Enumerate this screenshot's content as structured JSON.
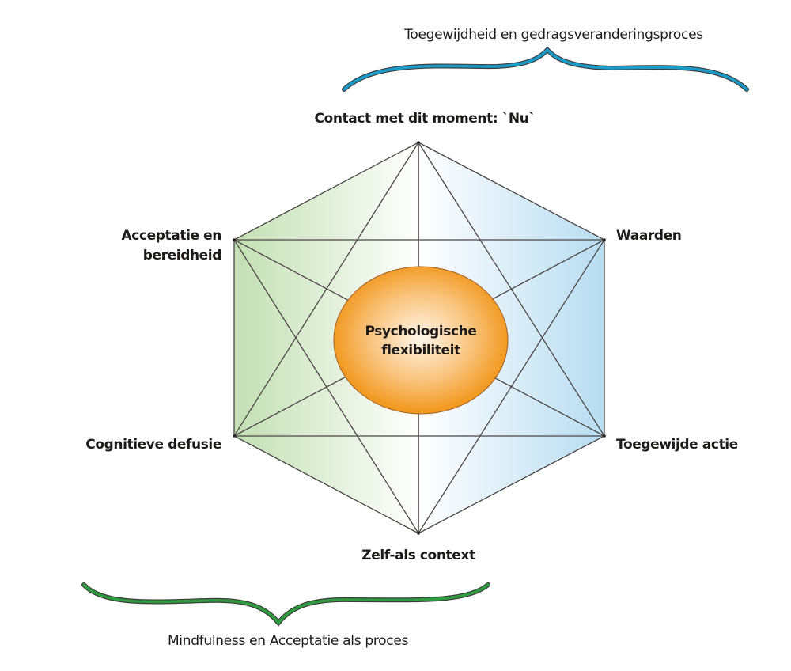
{
  "diagram": {
    "title": "Psychologische flexibiliteit",
    "center": {
      "line1": "Psychologische",
      "line2": "flexibiliteit",
      "color_outer": "#f0900c",
      "color_inner": "#fff6ea"
    },
    "nodes": [
      {
        "id": "top",
        "label_lines": [
          "Contact met dit moment: `Nu`"
        ]
      },
      {
        "id": "upper-right",
        "label_lines": [
          "Waarden"
        ]
      },
      {
        "id": "lower-right",
        "label_lines": [
          "Toegewijde actie"
        ]
      },
      {
        "id": "bottom",
        "label_lines": [
          "Zelf-als context"
        ]
      },
      {
        "id": "lower-left",
        "label_lines": [
          "Cognitieve defusie"
        ]
      },
      {
        "id": "upper-left",
        "label_lines": [
          "Acceptatie en",
          "bereidheid"
        ]
      }
    ],
    "groups": {
      "top": {
        "label": "Toegewijdheid en gedragsveranderingsproces",
        "brace_color": "#1b9bc9"
      },
      "bottom": {
        "label": "Mindfulness en Acceptatie als proces",
        "brace_color": "#2e9c3e"
      }
    },
    "fill_colors": {
      "left": "#c3dfb3",
      "middle": "#ffffff",
      "right": "#b7dcf1"
    }
  }
}
